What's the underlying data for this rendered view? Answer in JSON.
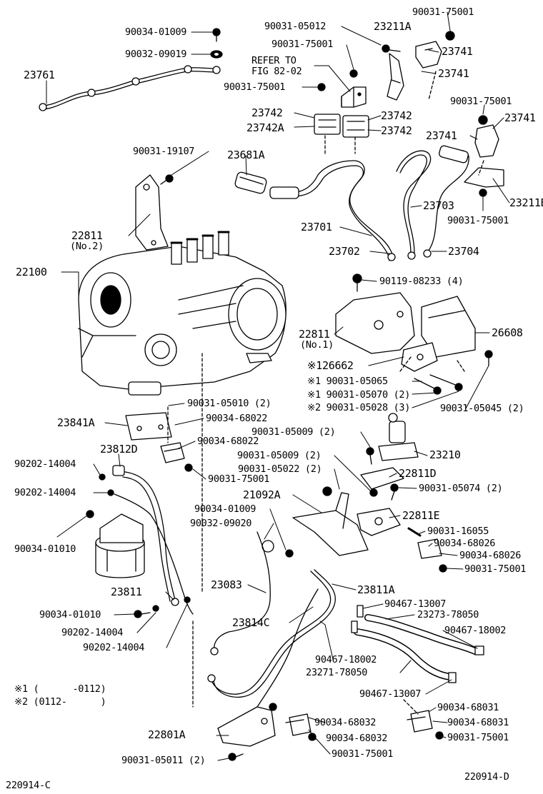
{
  "diagram": {
    "footer_left": "220914-C",
    "footer_right": "220914-D",
    "notes": [
      "※1 (      -0112)",
      "※2 (0112-      )"
    ],
    "labels": {
      "p90034_01009_a": "90034-01009",
      "p90032_09019": "90032-09019",
      "p23761": "23761",
      "p90031_05012": "90031-05012",
      "p23211A": "23211A",
      "p90031_75001_a": "90031-75001",
      "p90031_75001_b": "90031-75001",
      "p23741_a": "23741",
      "refer_to": "REFER TO",
      "fig_82_02": "FIG 82-02",
      "p23741_b": "23741",
      "p90031_75001_c": "90031-75001",
      "p90031_75001_d": "90031-75001",
      "p23742_a": "23742",
      "p23742_b": "23742",
      "p23742A": "23742A",
      "p23742_c": "23742",
      "p23741_c": "23741",
      "p23741_d": "23741",
      "p90031_19107": "90031-19107",
      "p23681A": "23681A",
      "p23211B": "23211B",
      "p23703": "23703",
      "p90031_75001_e": "90031-75001",
      "p23701": "23701",
      "p22811_no2": "22811",
      "no2": "(No.2)",
      "p22100": "22100",
      "p23702": "23702",
      "p23704": "23704",
      "p90119_08233": "90119-08233 (4)",
      "p22811_no1": "22811",
      "no1": "(No.1)",
      "p26608": "26608",
      "p126662": "※126662",
      "p90031_05065": "※1 90031-05065",
      "p90031_05070": "※1 90031-05070 (2)",
      "p90031_05028": "※2 90031-05028 (3)",
      "p90031_05045": "90031-05045 (2)",
      "p90031_05010": "90031-05010 (2)",
      "p23841A": "23841A",
      "p90034_68022_a": "90034-68022",
      "p90034_68022_b": "90034-68022",
      "p90031_05009_a": "90031-05009 (2)",
      "p23812D": "23812D",
      "p90031_75001_f": "90031-75001",
      "p90031_05009_b": "90031-05009 (2)",
      "p23210": "23210",
      "p90202_14004_a": "90202-14004",
      "p90031_05022": "90031-05022 (2)",
      "p22811D": "22811D",
      "p90202_14004_b": "90202-14004",
      "p21092A": "21092A",
      "p90031_05074": "90031-05074 (2)",
      "p90034_01009_b": "90034-01009",
      "p22811E": "22811E",
      "p90032_09020": "90032-09020",
      "p90031_16055": "90031-16055",
      "p90034_01010": "90034-01010",
      "p90034_68026_a": "90034-68026",
      "p90034_68026_b": "90034-68026",
      "p90031_75001_g": "90031-75001",
      "p23811": "23811",
      "p23083": "23083",
      "p23811A": "23811A",
      "p90467_13007_a": "90467-13007",
      "p90034_01010_b": "90034-01010",
      "p23273_78050": "23273-78050",
      "p23814C": "23814C",
      "p90202_14004_c": "90202-14004",
      "p90467_18002_a": "90467-18002",
      "p90202_14004_d": "90202-14004",
      "p90467_18002_b": "90467-18002",
      "p23271_78050": "23271-78050",
      "p90467_13007_b": "90467-13007",
      "p90034_68031_a": "90034-68031",
      "p90034_68031_b": "90034-68031",
      "p90031_75001_h": "90031-75001",
      "p22801A": "22801A",
      "p90034_68032_a": "90034-68032",
      "p90034_68032_b": "90034-68032",
      "p90031_05011": "90031-05011 (2)",
      "p90031_75001_i": "90031-75001"
    }
  }
}
